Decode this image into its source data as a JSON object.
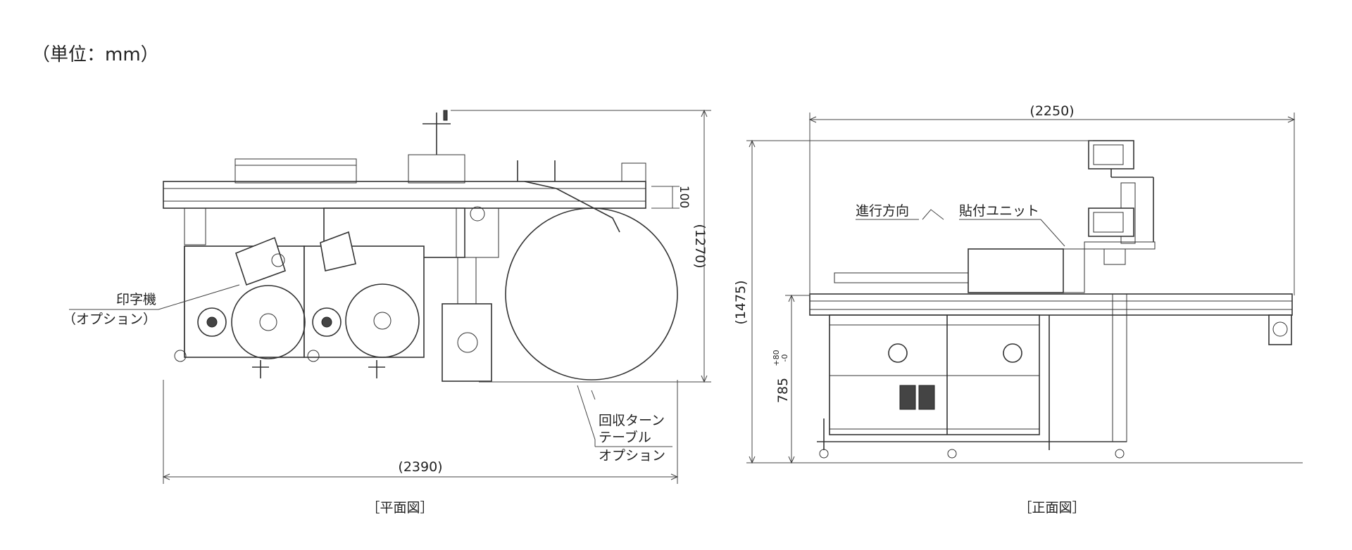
{
  "unit_note": "（単位：mm）",
  "plan": {
    "caption": "［平面図］",
    "width_dim": "(2390)",
    "depth_dim": "(1270)",
    "offset_dim": "100",
    "printer_label_1": "印字機",
    "printer_label_2": "（オプション）",
    "turntable_label_1": "回収ターン",
    "turntable_label_2": "テーブル",
    "turntable_label_3": "オプション"
  },
  "front": {
    "caption": "［正面図］",
    "width_dim": "(2250)",
    "height_dim": "(1475)",
    "conveyor_height_dim": "785",
    "tolerance_plus": "+80",
    "tolerance_minus": "-0",
    "direction_label": "進行方向",
    "unit_label": "貼付ユニット"
  }
}
